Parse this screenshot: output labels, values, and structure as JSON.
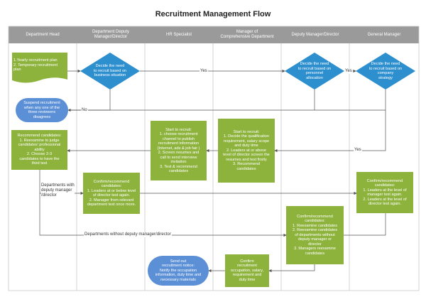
{
  "title": "Recruitment Management Flow",
  "lanes": [
    "Department Head",
    "Department Deputy\nManager/Director",
    "HR Specialist",
    "Manager of\nComprehensive Department",
    "Deputy Manager/Director",
    "General Manager"
  ],
  "nodes": {
    "yearly_plan": "1.Yearly recruitment plan\n2. Temporary recruitment\nplan",
    "decide_deputy": "Decide the need\nto recruit based on\nbusiness situation",
    "decide_personnel": "Decide the need\nto recruit based on\npersonnel\nallocation",
    "decide_strategy": "Decide the need\nto recruit based on\ncompany\nstrategy",
    "suspend": "Suspend recruitment\nwhen any one of the\nthree reviewers\ndisagrees",
    "recommend_candidates": "Recommend candidates:\n1. Reexamine to judge\ncandidates' professional\nability\n2. Choose 2-3\ncandidates to have the\nthird test",
    "start_hr": "Start to recruit:\n1. choose recruitment\nchannel to publish\nrecruitment information\n(Internet, ads & job fair )\n2. Screen resumes and\ncall to send interview\ninvitation\n3. Test & recommend\ncandidates",
    "start_comp": "Start to recruit:\n1. Decide the qualification\nrequirement, salary scope\nand duty time\n2. Leaders at or above\nlevel of director screen the\nresumes and test firstly\n3. Recommend\ncandidates",
    "confirm_deputy_title": "Confirm/recommend\ncandidates:",
    "confirm_deputy_body": "1. Leaders at or below level\nof director test again.\n2. Manager from relevant\ndepartment test once more.",
    "confirm_gm_title": "Confirm/recommend\ncandidates:",
    "confirm_gm_body": "1. Leaders at the level of\nmanager test again.\n2. Leaders at the level of\ndirector test again.",
    "confirm_dm_title": "Confirm/recommend\ncandidates:",
    "confirm_dm_body": "1. Reexamine candidates\n2. Reexamine candidates\nof departments without\ndeputy manager or\ndirector\n3. Managers reexamine\ncandidates",
    "confirm_salary": "Confirm\nrecruitment\noccupation, salary,\nrequirement and\nduty time",
    "send_notice": "Send out\nrecruitment notice:\nNotify the occupation\ninformation, duty time and\nnecessary materials"
  },
  "edge_labels": {
    "yes_top": "Yes",
    "yes_right": "Yes",
    "no": "No",
    "yes_lower": "Yes",
    "with_deputy": "Departments with\ndeputy manager\n/director",
    "without_deputy": "Departments without deputy manager/director"
  },
  "colors": {
    "green": "#8db33c",
    "blue_diamond": "#2e8fcf",
    "blue_oval": "#5b8fd6",
    "header": "#9a9a9a",
    "lane_line": "#c8c8c8",
    "arrow": "#555555"
  }
}
